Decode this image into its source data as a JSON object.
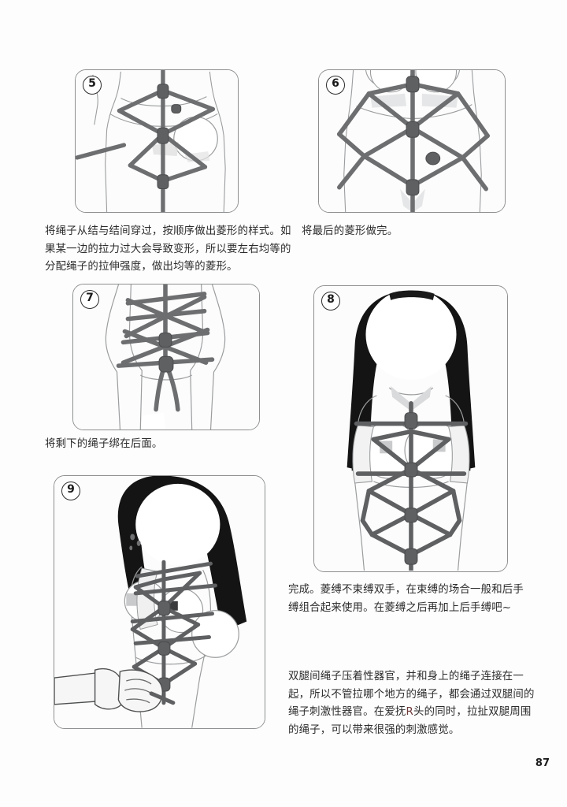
{
  "page": {
    "number": "87",
    "background": "#fdfdfd",
    "ink": "#2c2c2c",
    "rope_color": "#6d6e70",
    "hair_color": "#141414"
  },
  "panels": [
    {
      "badge": "5",
      "name": "panel-step-5",
      "alt": "line drawing of torso front with ropes passed between knots forming diamond pattern"
    },
    {
      "badge": "6",
      "name": "panel-step-6",
      "alt": "line drawing of torso with completed diamond rope lattice down the front"
    },
    {
      "badge": "7",
      "name": "panel-step-7",
      "alt": "line drawing of the back showing criss-crossed ropes tied off in a knot"
    },
    {
      "badge": "8",
      "name": "panel-step-8",
      "alt": "full figure front view with long dark hair and completed diamond rope harness"
    },
    {
      "badge": "9",
      "name": "panel-step-9",
      "alt": "three quarter view of figure with rope harness and a hand pulling the rope"
    }
  ],
  "captions": {
    "step5": "将绳子从结与结间穿过，按顺序做出菱形的样式。如果某一边的拉力过大会导致变形，所以要左右均等的分配绳子的拉伸强度，做出均等的菱形。",
    "step6": "将最后的菱形做完。",
    "step7": "将剩下的绳子绑在后面。",
    "step8": "完成。菱缚不束缚双手，在束缚的场合一般和后手缚组合起来使用。在菱缚之后再加上后手缚吧~",
    "step9_part1": "双腿间绳子压着性器官，并和身上的绳子连接在一起，所以不管拉哪个地方的绳子，都会通过双腿间的绳子刺激性器官。在爱抚",
    "step9_highlight": "R",
    "step9_part2": "头的同时，拉扯双腿周围的绳子，可以带来很强的刺激感觉。"
  }
}
